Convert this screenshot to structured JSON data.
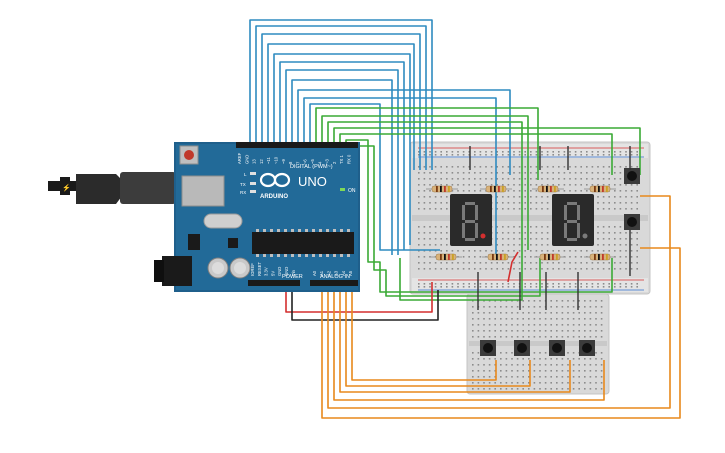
{
  "board": {
    "brand": "ARDUINO",
    "model": "UNO",
    "digital_label": "DIGITAL (PWM~)",
    "power_label": "POWER",
    "analog_label": "ANALOG IN",
    "on_label": "ON",
    "led_labels": [
      "L",
      "TX",
      "RX"
    ],
    "top_header_pins": [
      "AREF",
      "GND",
      "13",
      "12",
      "~11",
      "~10",
      "~9",
      "8",
      "7",
      "~6",
      "~5",
      "4",
      "~3",
      "2",
      "TX 1",
      "RX 0"
    ],
    "power_pins": [
      "IOREF",
      "RESET",
      "3.3V",
      "5V",
      "GND",
      "GND",
      "Vin"
    ],
    "analog_pins": [
      "A0",
      "A1",
      "A2",
      "A3",
      "A4",
      "A5"
    ]
  },
  "displays": [
    {
      "id": "display-left",
      "digit": "8"
    },
    {
      "id": "display-right",
      "digit": "8"
    }
  ],
  "colors": {
    "board": "#1f5f8b",
    "breadboard": "#dcdcdc",
    "wire_blue": "#2e8bc0",
    "wire_green": "#3aaa35",
    "wire_orange": "#e8891c",
    "wire_red": "#d32f2f",
    "wire_black": "#222222",
    "display": "#2a2a2a",
    "segment": "#7a7a7a"
  }
}
